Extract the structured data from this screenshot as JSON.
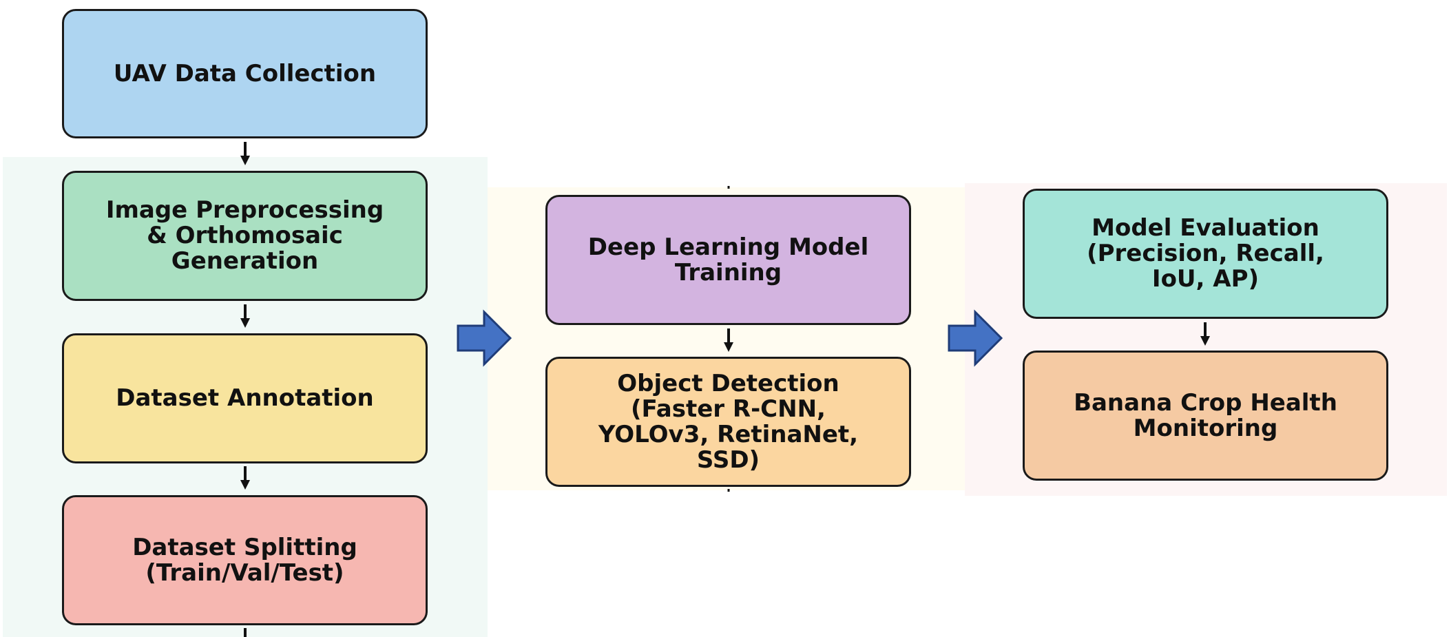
{
  "colors": {
    "uav": "#aed5f1",
    "preprocess": "#aae0c2",
    "annotation": "#f8e49e",
    "splitting": "#f6b7b1",
    "training": "#d3b4e0",
    "detection": "#fbd6a0",
    "evaluation": "#a4e4d8",
    "monitoring": "#f5caa3",
    "flow_arrow_fill": "#4472c4",
    "flow_arrow_stroke": "#1f3c78"
  },
  "nodes": {
    "uav": "UAV Data Collection",
    "preprocess": "Image Preprocessing\n& Orthomosaic\nGeneration",
    "annotation": "Dataset Annotation",
    "splitting": "Dataset Splitting\n(Train/Val/Test)",
    "training": "Deep Learning Model\nTraining",
    "detection": "Object Detection\n(Faster R-CNN,\nYOLOv3, RetinaNet,\nSSD)",
    "evaluation": "Model Evaluation\n(Precision, Recall,\nIoU, AP)",
    "monitoring": "Banana Crop Health\nMonitoring"
  },
  "icons": {
    "down_arrow": "arrow-down-icon",
    "flow_arrow": "block-arrow-right-icon"
  }
}
